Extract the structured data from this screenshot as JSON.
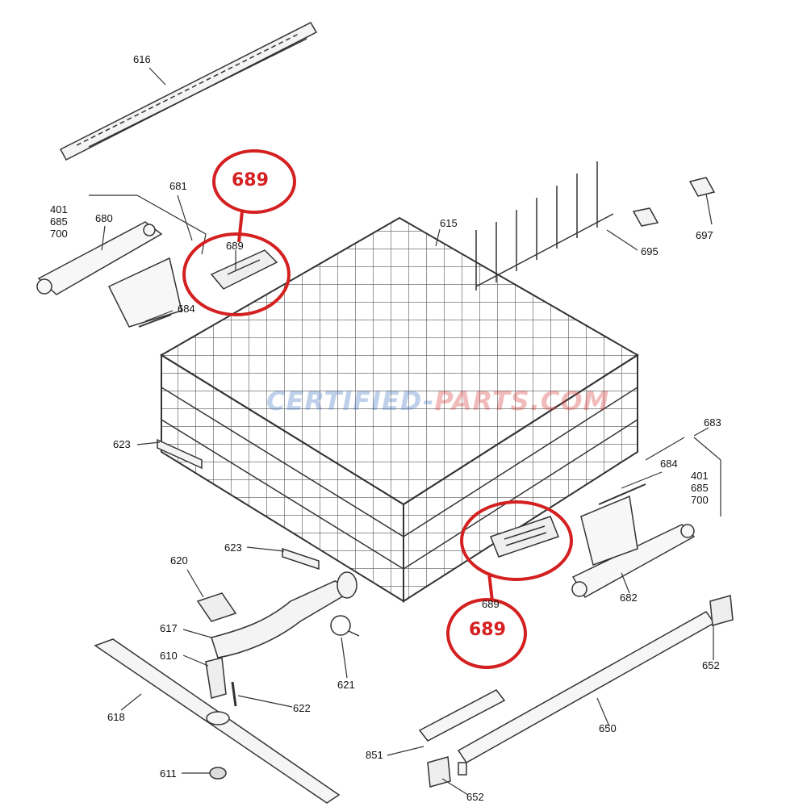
{
  "labels": {
    "p616": "616",
    "p681": "681",
    "p680": "680",
    "p684a": "684",
    "p684b": "684",
    "p615": "615",
    "p695": "695",
    "p697": "697",
    "p689a": "689",
    "p689b": "689",
    "p623a": "623",
    "p623b": "623",
    "p620": "620",
    "p617": "617",
    "p610": "610",
    "p618": "618",
    "p611": "611",
    "p622": "622",
    "p621": "621",
    "p683": "683",
    "p682": "682",
    "p652a": "652",
    "p652b": "652",
    "p650": "650",
    "p851": "851"
  },
  "stack_left": [
    "401",
    "685",
    "700"
  ],
  "stack_right": [
    "401",
    "685",
    "700"
  ],
  "callouts": {
    "top": "689",
    "bottom": "689"
  },
  "watermark": {
    "part_a": "CERTIFIED-",
    "part_b": "PARTS.COM"
  },
  "colors": {
    "callout": "#d42020",
    "line": "#333333",
    "watermark_blue": "#4a7cc8",
    "watermark_red": "#d84040"
  }
}
